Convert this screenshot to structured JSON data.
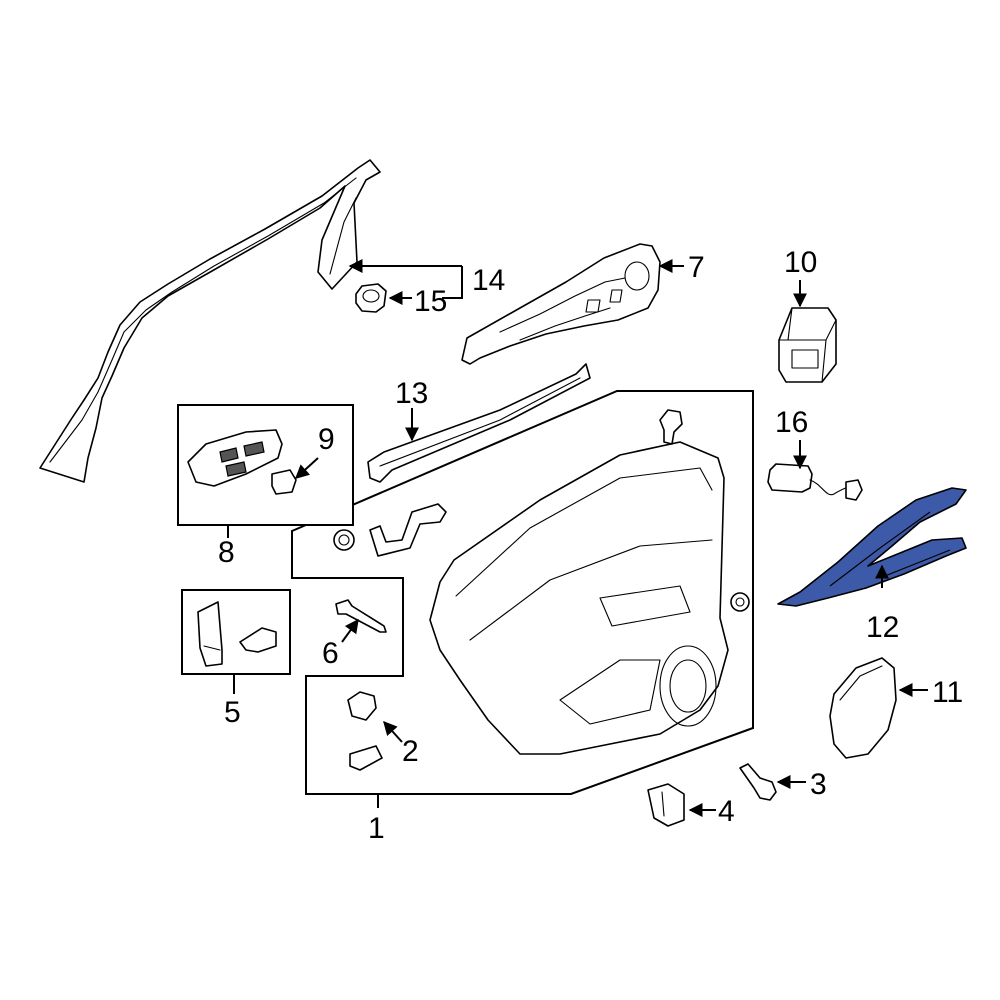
{
  "diagram": {
    "highlight_color": "#3d5aa8",
    "highlighted_part": "12",
    "callouts": {
      "c1": "1",
      "c2": "2",
      "c3": "3",
      "c4": "4",
      "c5": "5",
      "c6": "6",
      "c7": "7",
      "c8": "8",
      "c9": "9",
      "c10": "10",
      "c11": "11",
      "c12": "12",
      "c13": "13",
      "c14": "14",
      "c15": "15",
      "c16": "16"
    }
  }
}
